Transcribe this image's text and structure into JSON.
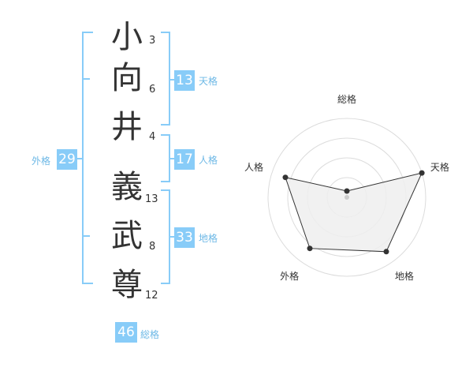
{
  "colors": {
    "accent": "#88ccf8",
    "label_text": "#6db8e6",
    "grid": "#dcdcdc",
    "area_fill": "#efefef",
    "line": "#333333",
    "center_dot": "#cccccc"
  },
  "name": {
    "characters": [
      {
        "char": "小",
        "strokes": "3"
      },
      {
        "char": "向",
        "strokes": "6"
      },
      {
        "char": "井",
        "strokes": "4"
      },
      {
        "char": "義",
        "strokes": "13"
      },
      {
        "char": "武",
        "strokes": "8"
      },
      {
        "char": "尊",
        "strokes": "12"
      }
    ]
  },
  "fortune": {
    "ten": {
      "value": "13",
      "label": "天格"
    },
    "jin": {
      "value": "17",
      "label": "人格"
    },
    "chi": {
      "value": "33",
      "label": "地格"
    },
    "gai": {
      "value": "29",
      "label": "外格"
    },
    "so": {
      "value": "46",
      "label": "総格"
    }
  },
  "chart_data": {
    "type": "radar",
    "axes": [
      "総格",
      "天格",
      "地格",
      "外格",
      "人格"
    ],
    "values": [
      0.08,
      1.0,
      0.85,
      0.8,
      0.82
    ],
    "range": [
      0,
      1
    ],
    "rings": 4
  }
}
